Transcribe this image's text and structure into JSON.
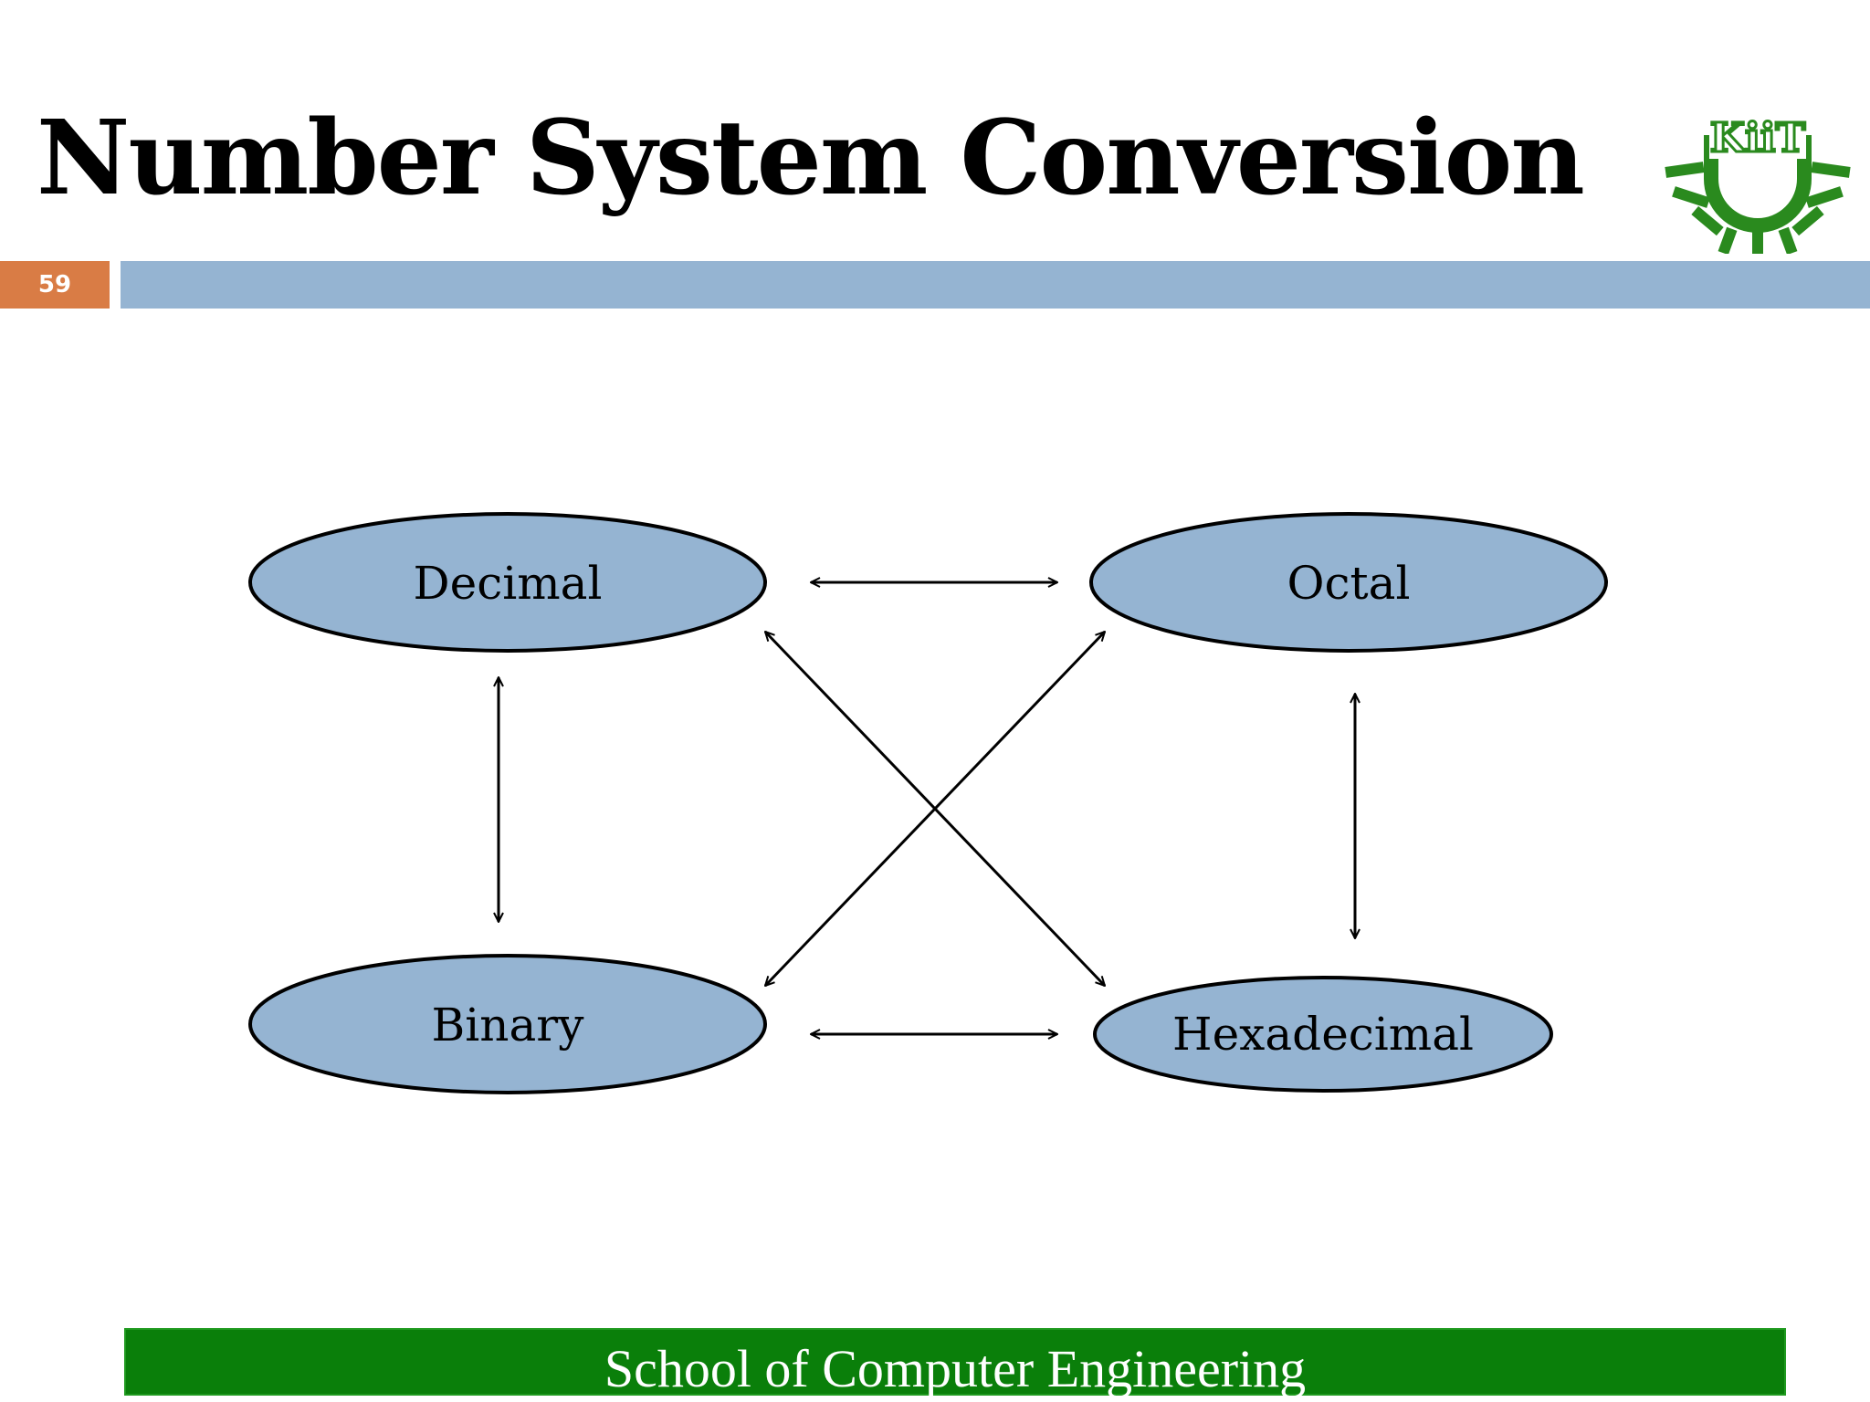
{
  "slide": {
    "title": "Number System Conversion",
    "page_number": "59",
    "footer": "School of Computer Engineering"
  },
  "logo": {
    "text": "KiiT",
    "icon": "kiit-logo-icon",
    "color": "#2a8a1e"
  },
  "diagram": {
    "nodes": {
      "decimal": "Decimal",
      "octal": "Octal",
      "binary": "Binary",
      "hexadecimal": "Hexadecimal"
    },
    "connections": [
      {
        "from": "Decimal",
        "to": "Octal",
        "direction": "both"
      },
      {
        "from": "Decimal",
        "to": "Binary",
        "direction": "both"
      },
      {
        "from": "Octal",
        "to": "Hexadecimal",
        "direction": "both"
      },
      {
        "from": "Binary",
        "to": "Hexadecimal",
        "direction": "both"
      },
      {
        "from": "Decimal",
        "to": "Hexadecimal",
        "direction": "both"
      },
      {
        "from": "Octal",
        "to": "Binary",
        "direction": "both"
      }
    ],
    "node_fill": "#95b4d2",
    "node_stroke": "#000000"
  },
  "colors": {
    "page_number_bg": "#d97c45",
    "title_rule": "#95b4d2",
    "footer_bg": "#0a7f0a"
  }
}
